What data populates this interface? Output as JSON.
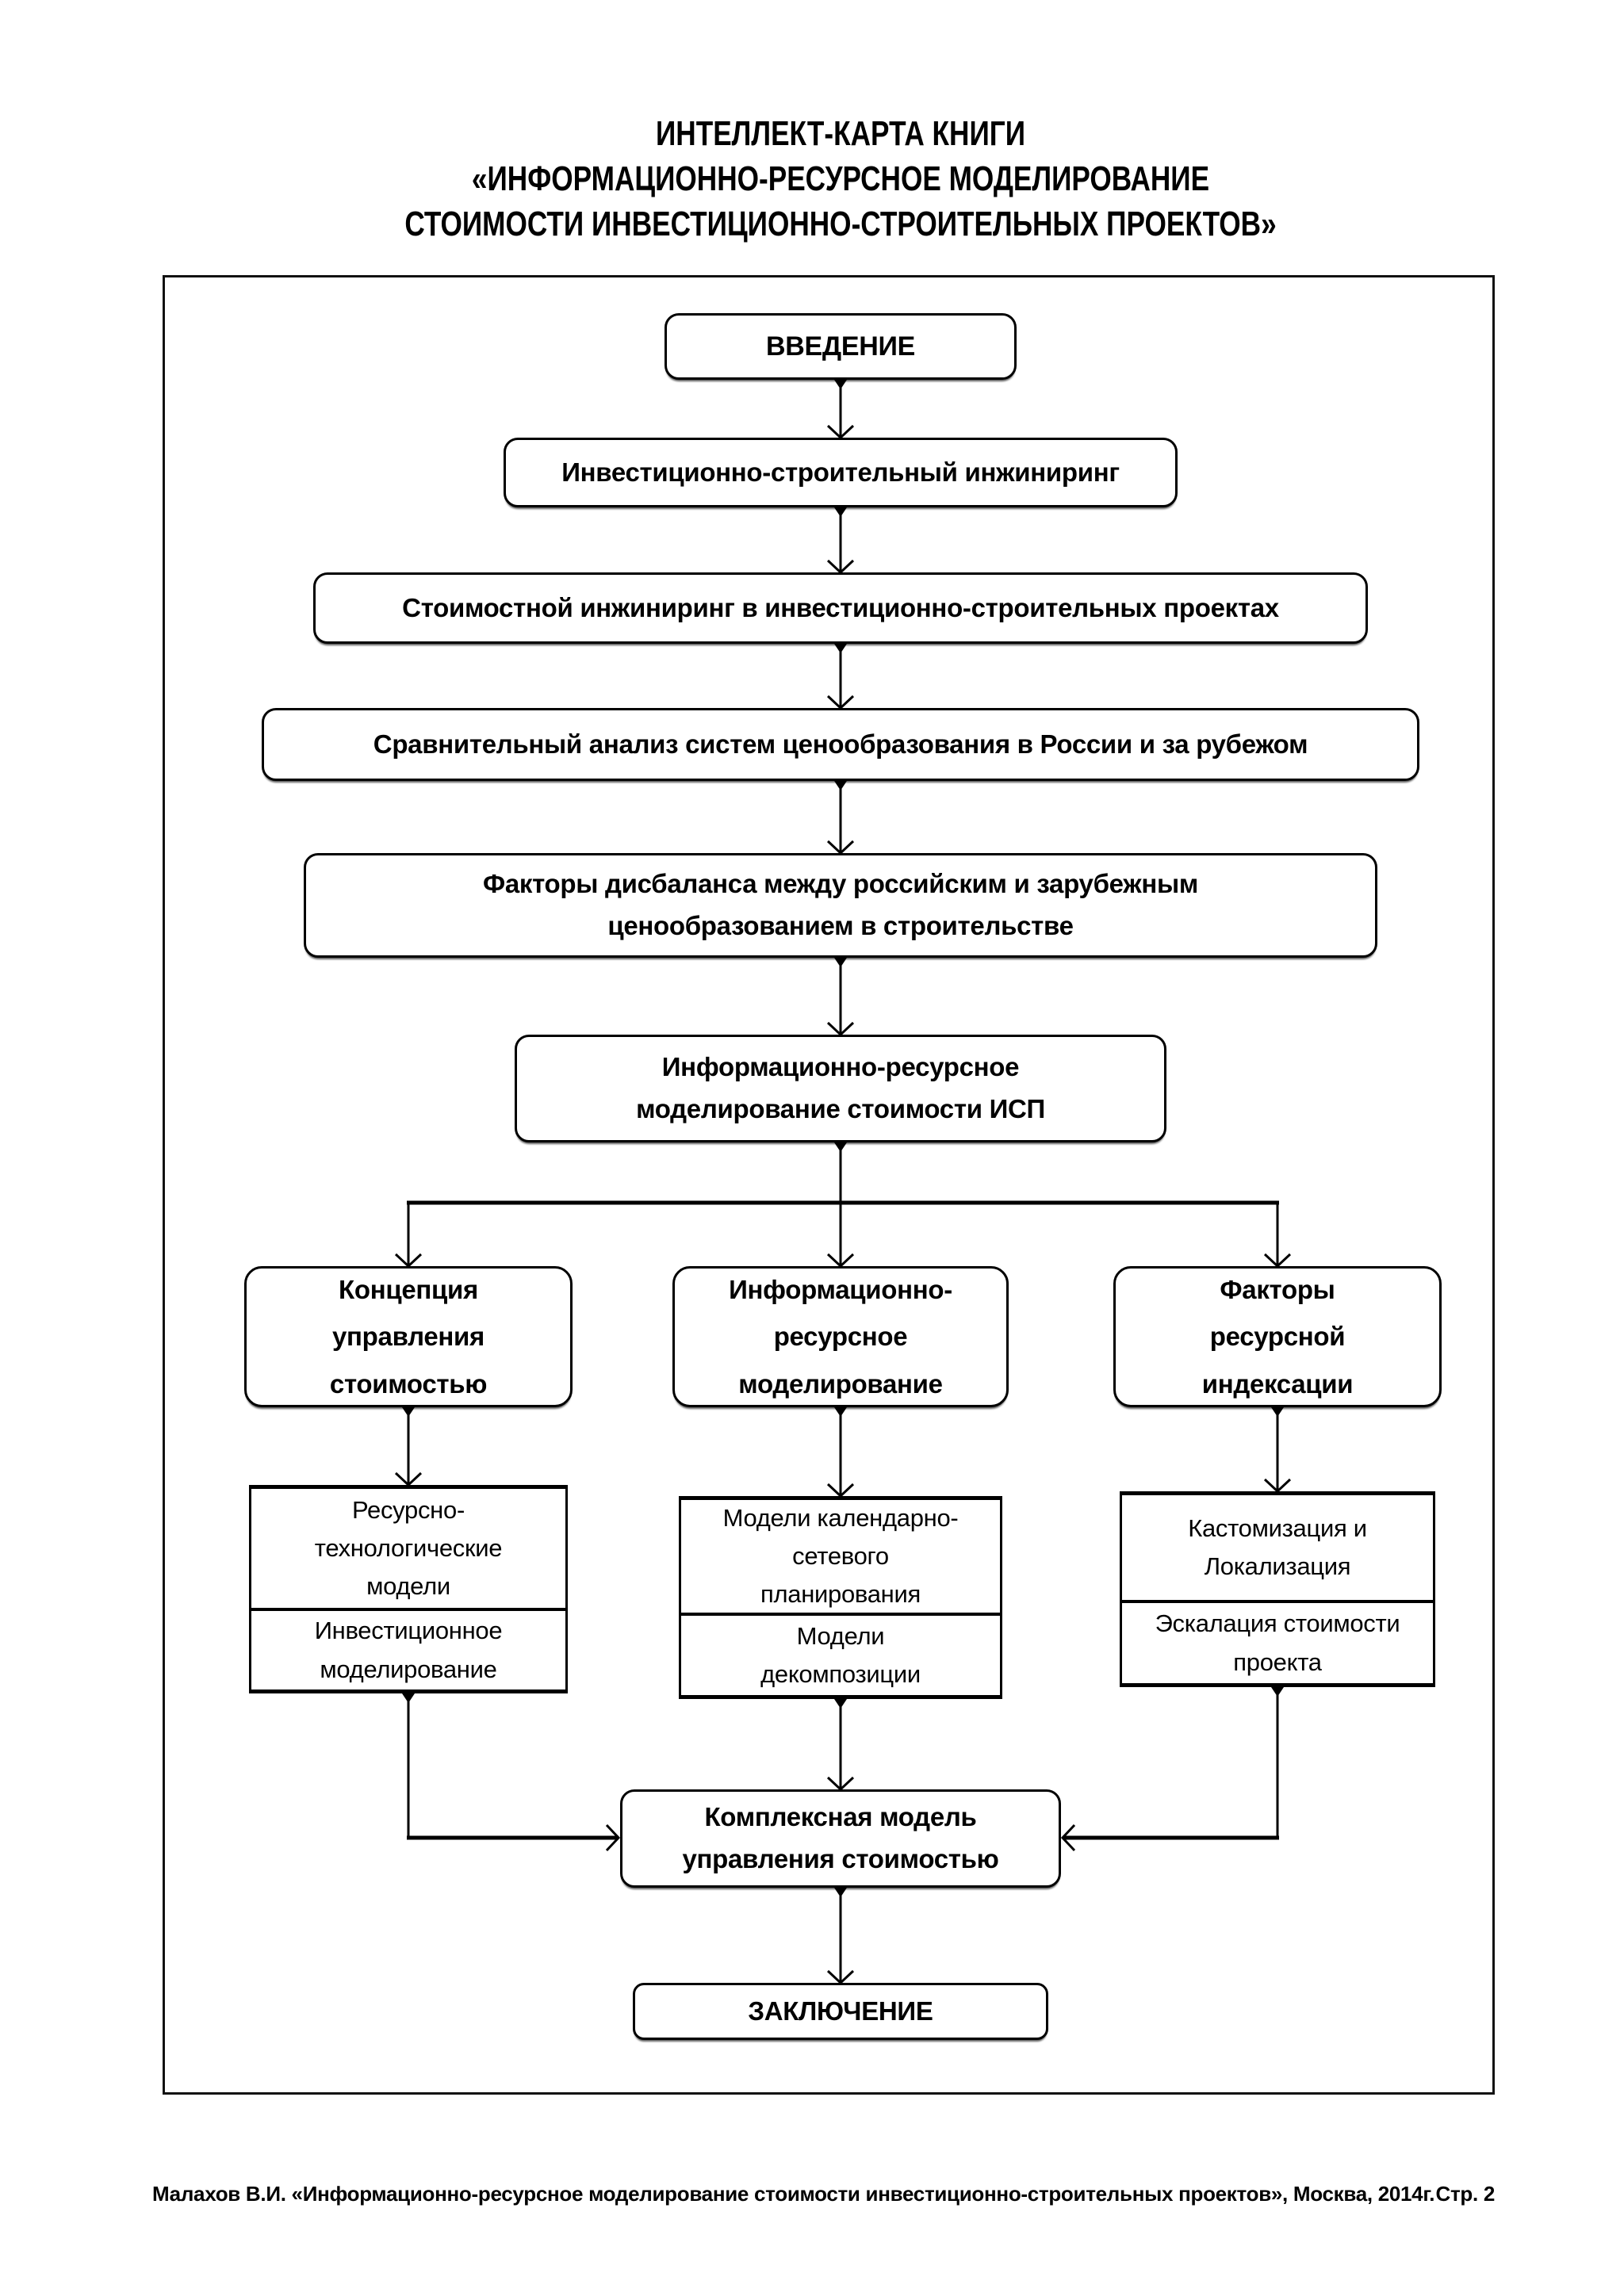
{
  "colors": {
    "ink": "#000000",
    "paper": "#ffffff"
  },
  "title": {
    "line1": "ИНТЕЛЛЕКТ-КАРТА КНИГИ",
    "line2": "«ИНФОРМАЦИОННО-РЕСУРСНОЕ МОДЕЛИРОВАНИЕ",
    "line3": "СТОИМОСТИ ИНВЕСТИЦИОННО-СТРОИТЕЛЬНЫХ ПРОЕКТОВ»"
  },
  "nodes": {
    "intro": "ВВЕДЕНИЕ",
    "engineering": "Инвестиционно-строительный инжиниринг",
    "cost_engineering": "Стоимостной инжиниринг в инвестиционно-строительных проектах",
    "comparative_analysis": "Сравнительный анализ систем ценообразования в России и за рубежом",
    "disbalance_factors": "Факторы дисбаланса между российским и зарубежным\nценообразованием в строительстве",
    "irm_cost": "Информационно-ресурсное\nмоделирование стоимости ИСП",
    "branch_concept": "Концепция\nуправления\nстоимостью",
    "branch_irm": "Информационно-\nресурсное\nмоделирование",
    "branch_indexation": "Факторы\nресурсной\nиндексации",
    "concept_sub_top": "Ресурсно-\nтехнологические\nмодели",
    "concept_sub_bottom": "Инвестиционное\nмоделирование",
    "irm_sub_top": "Модели календарно-\nсетевого\nпланирования",
    "irm_sub_bottom": "Модели\nдекомпозиции",
    "indexation_sub_top": "Кастомизация и\nЛокализация",
    "indexation_sub_bottom": "Эскалация стоимости\nпроекта",
    "complex_model": "Комплексная модель\nуправления стоимостью",
    "conclusion": "ЗАКЛЮЧЕНИЕ"
  },
  "footer": {
    "reference": "Малахов В.И.  «Информационно-ресурсное моделирование стоимости инвестиционно-строительных проектов», Москва, 2014г.",
    "page_number": "Стр. 2"
  }
}
